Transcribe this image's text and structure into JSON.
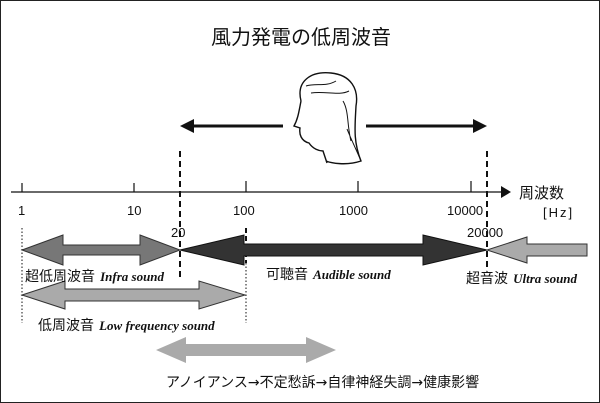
{
  "title": "風力発電の低周波音",
  "axis": {
    "label": "周波数",
    "unit": "[Hz]",
    "ticks": [
      "1",
      "10",
      "100",
      "1000",
      "10000"
    ],
    "markers": [
      "20",
      "20000"
    ]
  },
  "bands": [
    {
      "jp": "超低周波音",
      "en": "Infra sound",
      "color": "#777777"
    },
    {
      "jp": "可聴音",
      "en": "Audible sound",
      "color": "#333333"
    },
    {
      "jp": "超音波",
      "en": "Ultra sound",
      "color": "#aaaaaa"
    },
    {
      "jp": "低周波音",
      "en": "Low frequency sound",
      "color": "#aaaaaa"
    }
  ],
  "effects": "アノイアンス→不定愁訴→自律神経失調→健康影響",
  "icons": {
    "face": "human-face-profile-icon"
  }
}
